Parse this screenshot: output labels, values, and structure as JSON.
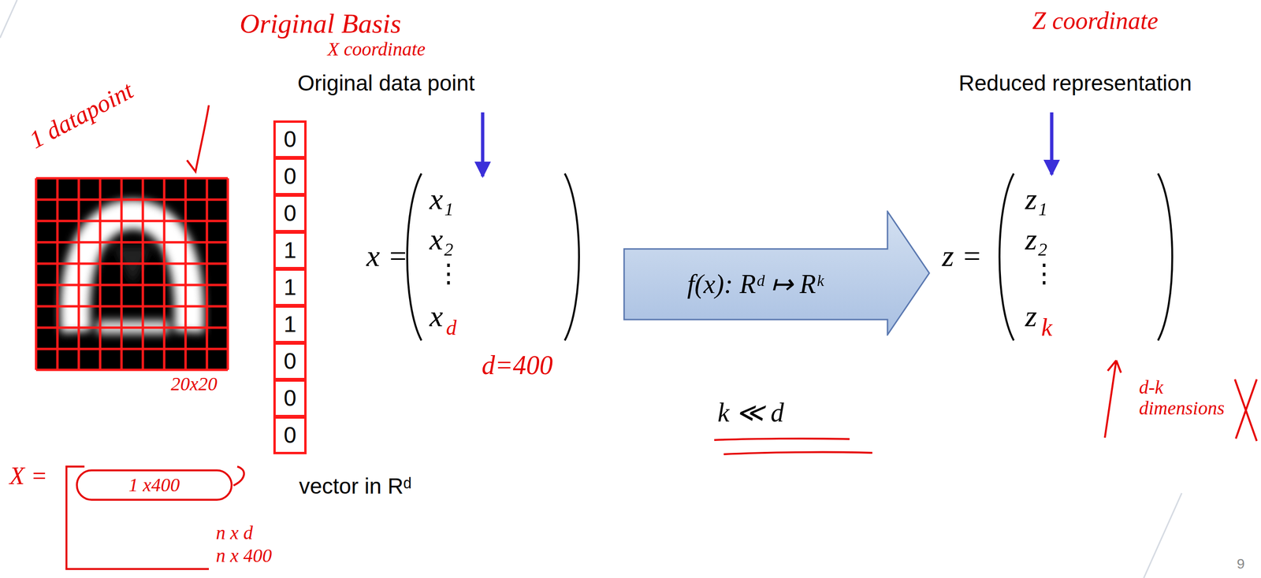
{
  "diagram": {
    "nodes": [
      {
        "text": [
          "0"
        ]
      },
      {
        "text": [
          "0"
        ]
      },
      {
        "text": [
          "0"
        ]
      },
      {
        "text": [
          "1"
        ]
      },
      {
        "text": [
          "1"
        ]
      },
      {
        "text": [
          "1"
        ]
      },
      {
        "text": [
          "0"
        ]
      },
      {
        "text": [
          "0"
        ]
      },
      {
        "text": [
          "0"
        ]
      },
      {
        "text": [
          "f(x): Rᵈ ↦ Rᵏ"
        ]
      },
      {
        "text": [
          "1 x400"
        ]
      }
    ],
    "labels": [
      "Original Basis",
      "X coordinate",
      "Z coordinate",
      "Original data point",
      "Reduced representation",
      "1 datapoint",
      "20x20",
      "vector in Rᵈ",
      "x =",
      "x₁",
      "x₂",
      "⋮",
      "x",
      "d",
      "d=400",
      "k ≪ d",
      "z =",
      "z₁",
      "z₂",
      "⋮",
      "z",
      "k",
      "d-k dimensions",
      "X =",
      "n x d",
      "n x 400",
      "9"
    ]
  }
}
